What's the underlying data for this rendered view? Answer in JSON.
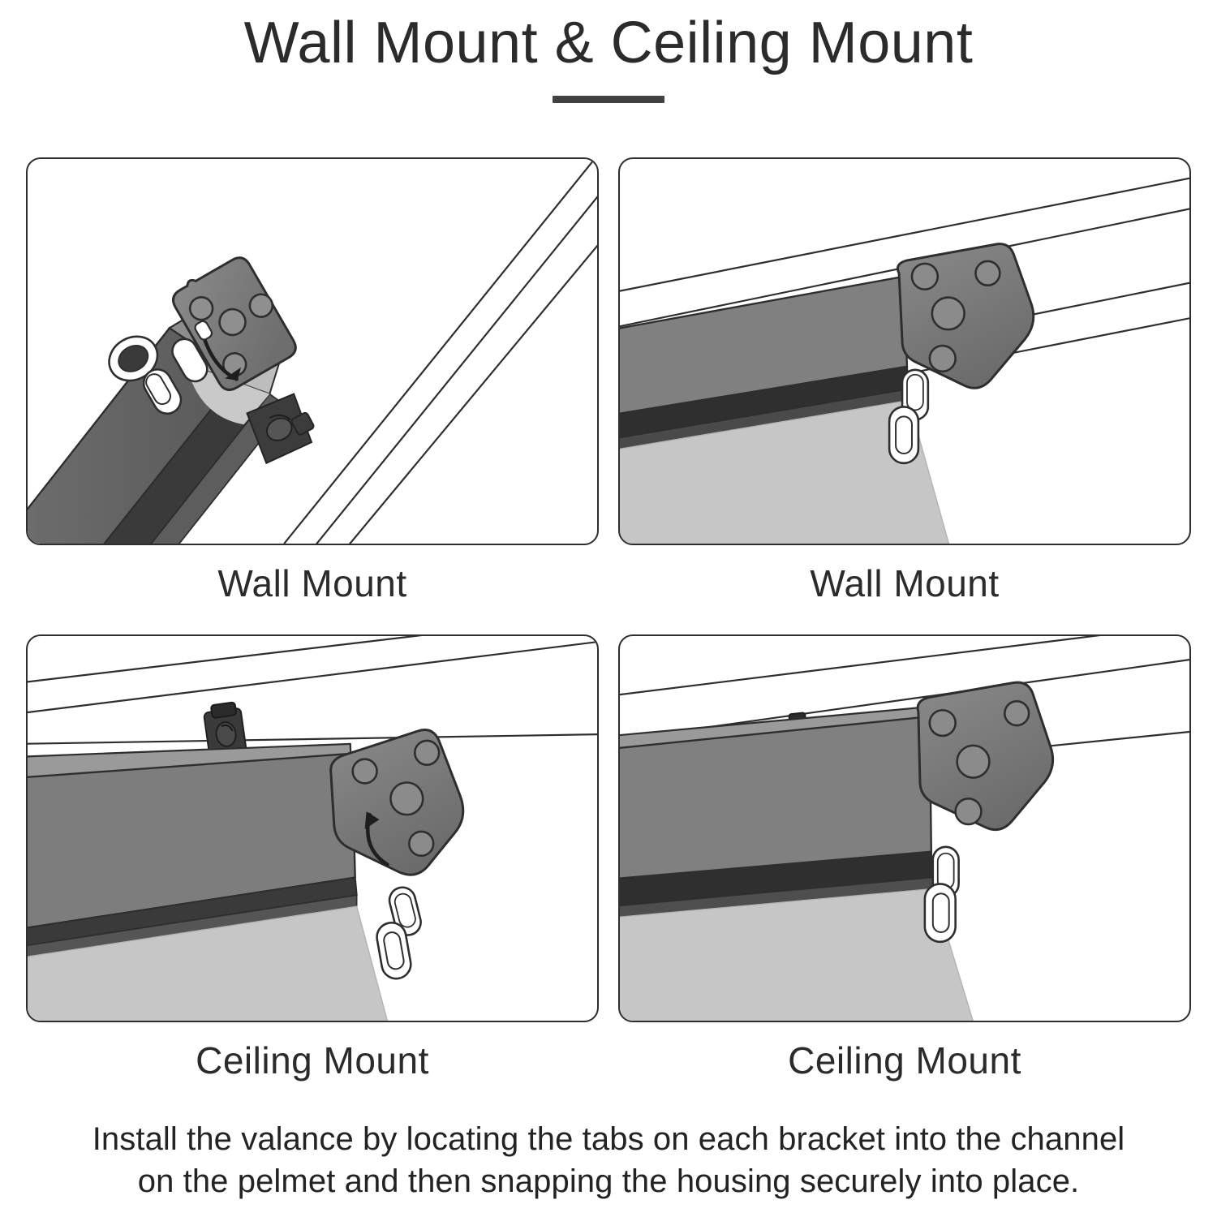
{
  "header": {
    "title": "Wall Mount & Ceiling Mount",
    "divider": "title-rule"
  },
  "colors": {
    "text": "#2b2b2b",
    "panel_border": "#2e2e2e",
    "divider": "#414141",
    "housing_face": "#808080",
    "housing_top": "#9a9a9a",
    "housing_channel": "#2f2f2f",
    "fabric": "#c6c6c6",
    "bracket_cap": "#7a7a7a",
    "bracket_cap_edge": "#2e2e2e",
    "chain_link": "#ffffff",
    "wall_line": "#2e2e2e",
    "background": "#ffffff"
  },
  "panels": [
    {
      "id": "panel-wall-mount-insert",
      "caption": "Wall Mount",
      "mount_type": "wall",
      "stage": "inserting",
      "elements": [
        "wall-outline-lines",
        "blind-housing-diagonal",
        "bracket-end-cap",
        "rotation-arrow",
        "chain-links",
        "valance-tab"
      ],
      "bracket_holes": 4,
      "rotation_arrow": true,
      "ceiling_tab": false
    },
    {
      "id": "panel-wall-mount-installed",
      "caption": "Wall Mount",
      "mount_type": "wall",
      "stage": "installed",
      "elements": [
        "wall-outline-lines",
        "blind-housing-horizontal",
        "bracket-end-cap",
        "chain-links",
        "fabric-panel"
      ],
      "bracket_holes": 4,
      "rotation_arrow": false,
      "ceiling_tab": false
    },
    {
      "id": "panel-ceiling-mount-insert",
      "caption": "Ceiling Mount",
      "mount_type": "ceiling",
      "stage": "inserting",
      "elements": [
        "ceiling-outline-lines",
        "ceiling-bracket-tab",
        "blind-housing-horizontal",
        "bracket-end-cap",
        "rotation-arrow",
        "chain-links",
        "fabric-panel"
      ],
      "bracket_holes": 4,
      "rotation_arrow": true,
      "ceiling_tab": true
    },
    {
      "id": "panel-ceiling-mount-installed",
      "caption": "Ceiling Mount",
      "mount_type": "ceiling",
      "stage": "installed",
      "elements": [
        "ceiling-outline-lines",
        "ceiling-bracket-tab",
        "blind-housing-horizontal",
        "bracket-end-cap",
        "chain-links",
        "fabric-panel"
      ],
      "bracket_holes": 4,
      "rotation_arrow": false,
      "ceiling_tab": true
    }
  ],
  "footer": {
    "line1": "Install the valance by locating the tabs on each bracket into the channel",
    "line2": "on the pelmet and then snapping the housing securely into place."
  }
}
